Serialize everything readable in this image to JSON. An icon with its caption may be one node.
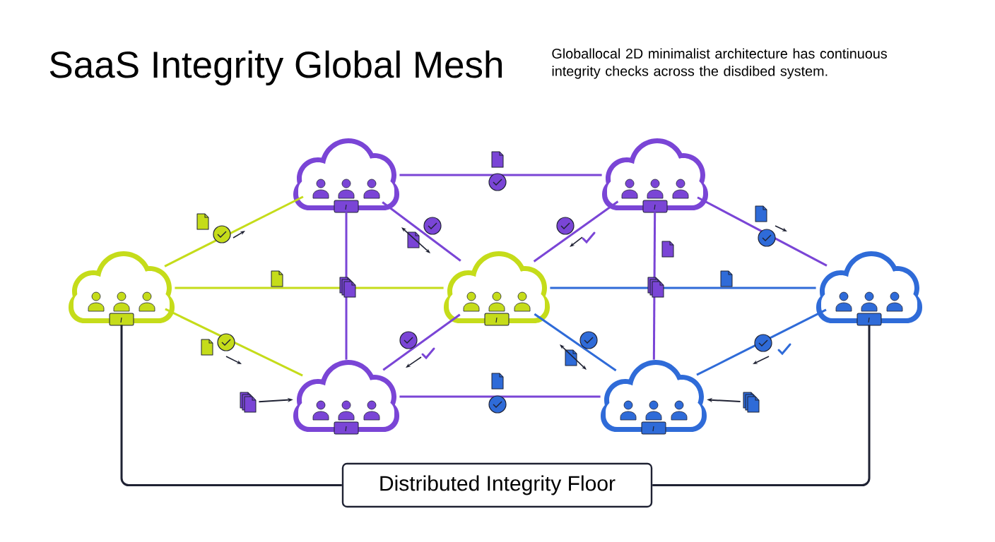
{
  "diagram": {
    "title": "SaaS Integrity Global Mesh",
    "nodes": [
      {
        "text": [],
        "shape": "cloud"
      },
      {
        "text": [],
        "shape": "cloud"
      },
      {
        "text": [],
        "shape": "cloud"
      },
      {
        "text": [],
        "shape": "cloud"
      },
      {
        "text": [],
        "shape": "cloud"
      },
      {
        "text": [],
        "shape": "cloud"
      },
      {
        "text": [],
        "shape": "cloud"
      },
      {
        "text": [
          "Distributed Integrity Floor"
        ]
      },
      {
        "text": [],
        "shape": "picture"
      },
      {
        "text": [],
        "shape": "picture"
      }
    ],
    "edges": [
      {
        "from": 2,
        "to": 0,
        "arrow": "none",
        "color": "#c5dc1a"
      },
      {
        "from": 2,
        "to": 3,
        "arrow": "none",
        "color": "#c5dc1a"
      },
      {
        "from": 2,
        "to": 5,
        "arrow": "none",
        "color": "#c5dc1a"
      },
      {
        "from": 0,
        "to": 1,
        "arrow": "none"
      },
      {
        "from": 0,
        "to": 5,
        "arrow": "none"
      },
      {
        "from": 0,
        "to": 3,
        "arrow": "none"
      },
      {
        "from": 3,
        "to": 1,
        "arrow": "none"
      },
      {
        "from": 1,
        "to": 4,
        "arrow": "none"
      },
      {
        "from": 1,
        "to": 6,
        "arrow": "none"
      },
      {
        "from": 3,
        "to": 4,
        "arrow": "none",
        "color": "#2f6bd8"
      },
      {
        "from": 3,
        "to": 6,
        "arrow": "none",
        "color": "#2f6bd8"
      },
      {
        "from": 3,
        "to": 5,
        "arrow": "none"
      },
      {
        "from": 5,
        "to": 6,
        "arrow": "none"
      },
      {
        "from": 4,
        "to": 6,
        "arrow": "none",
        "color": "#2f6bd8"
      },
      {
        "from": 2,
        "to": 7,
        "arrow": "none",
        "color": "#1f2233"
      },
      {
        "from": 4,
        "to": 7,
        "arrow": "none",
        "color": "#1f2233"
      },
      {
        "from": 8,
        "to": 5,
        "arrow": "to",
        "color": "#1f2233"
      },
      {
        "from": 9,
        "to": 6,
        "arrow": "to",
        "color": "#1f2233"
      }
    ],
    "labels": [
      "Globallocal 2D minimalist architecture has continuous integrity checks across the disdibed system."
    ]
  }
}
